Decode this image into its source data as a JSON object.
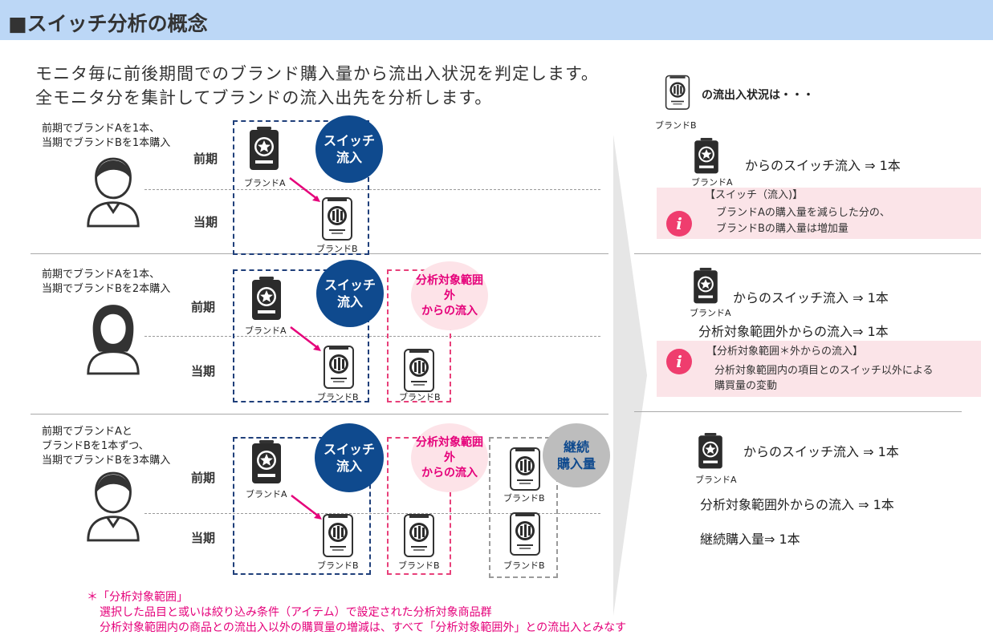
{
  "title": "■スイッチ分析の概念",
  "intro": [
    "モニタ毎に前後期間でのブランド購入量から流出入状況を判定します。",
    "全モニタ分を集計してブランドの流入出先を分析します。"
  ],
  "period_labels": {
    "before": "前期",
    "current": "当期"
  },
  "can_labels": {
    "a": "ブランドA",
    "b": "ブランドB"
  },
  "bubbles": {
    "switch_in": [
      "スイッチ",
      "流入"
    ],
    "outside_in": [
      "分析対象範囲外",
      "からの流入"
    ],
    "continued": [
      "継続",
      "購入量"
    ]
  },
  "cases": [
    {
      "desc": [
        "前期でブランドAを1本、",
        "当期でブランドBを1本購入"
      ]
    },
    {
      "desc": [
        "前期でブランドAを1本、",
        "当期でブランドBを2本購入"
      ]
    },
    {
      "desc": [
        "前期でブランドAと",
        "ブランドBを1本ずつ、",
        "当期でブランドBを3本購入"
      ]
    }
  ],
  "right": {
    "header": "の流出入状況は・・・",
    "header_can": "ブランドB",
    "switch_from": "からのスイッチ流入 ⇒ 1本",
    "switch_from_b": "からのスイッチ流入 ⇒ 1本",
    "outside_2": "分析対象範囲外からの流入⇒ 1本",
    "outside_3": "分析対象範囲外からの流入 ⇒ 1本",
    "continued": "継続購入量⇒ 1本",
    "note1": [
      "【スイッチ（流入)】",
      "ブランドAの購入量を減らした分の、",
      "ブランドBの購入量は増加量"
    ],
    "note2": [
      "【分析対象範囲＊外からの流入】",
      "分析対象範囲内の項目とのスイッチ以外による",
      "購買量の変動"
    ]
  },
  "footnote": [
    "＊「分析対象範囲」",
    "選択した品目と或いは絞り込み条件（アイテム）で設定された分析対象商品群",
    "分析対象範囲内の商品との流出入以外の購買量の増減は、すべて「分析対象範囲外」との流出入とみなす"
  ],
  "colors": {
    "navy": "#0f4a8e",
    "magenta": "#e5007a",
    "title_bg": "#bcd7f6",
    "note_bg": "#fbe4e8",
    "info": "#ef3d6e"
  }
}
